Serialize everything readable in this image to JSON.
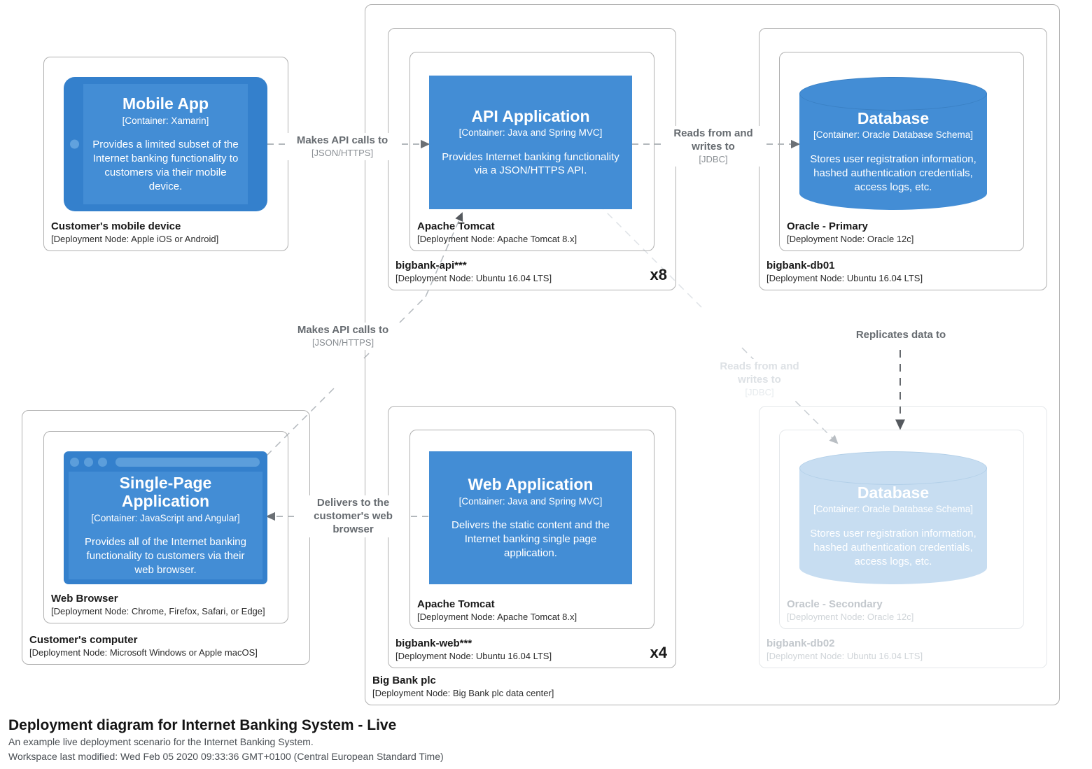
{
  "diagram": {
    "title": "Deployment diagram for Internet Banking System - Live",
    "description": "An example live deployment scenario for the Internet Banking System.",
    "modified": "Workspace last modified: Wed Feb 05 2020 09:33:36 GMT+0100 (Central European Standard Time)",
    "accent_color": "#438dd5",
    "device_frame_color": "#3480cc",
    "faded_color": "#c7ddf1",
    "border_color": "#b0b0b0",
    "label_color": "#666b70"
  },
  "nodes": {
    "mobile_device": {
      "name": "Customer's mobile device",
      "tech": "[Deployment Node: Apple iOS or Android]"
    },
    "customer_computer": {
      "name": "Customer's computer",
      "tech": "[Deployment Node: Microsoft Windows or Apple macOS]"
    },
    "web_browser": {
      "name": "Web Browser",
      "tech": "[Deployment Node: Chrome, Firefox, Safari, or Edge]"
    },
    "big_bank_plc": {
      "name": "Big Bank plc",
      "tech": "[Deployment Node: Big Bank plc data center]"
    },
    "bigbank_api": {
      "name": "bigbank-api***",
      "tech": "[Deployment Node: Ubuntu 16.04 LTS]",
      "instances": "x8"
    },
    "tomcat_api": {
      "name": "Apache Tomcat",
      "tech": "[Deployment Node: Apache Tomcat 8.x]"
    },
    "bigbank_web": {
      "name": "bigbank-web***",
      "tech": "[Deployment Node: Ubuntu 16.04 LTS]",
      "instances": "x4"
    },
    "tomcat_web": {
      "name": "Apache Tomcat",
      "tech": "[Deployment Node: Apache Tomcat 8.x]"
    },
    "bigbank_db01": {
      "name": "bigbank-db01",
      "tech": "[Deployment Node: Ubuntu 16.04 LTS]"
    },
    "oracle_primary": {
      "name": "Oracle - Primary",
      "tech": "[Deployment Node: Oracle 12c]"
    },
    "bigbank_db02": {
      "name": "bigbank-db02",
      "tech": "[Deployment Node: Ubuntu 16.04 LTS]"
    },
    "oracle_secondary": {
      "name": "Oracle - Secondary",
      "tech": "[Deployment Node: Oracle 12c]"
    }
  },
  "containers": {
    "mobile_app": {
      "name": "Mobile App",
      "tech": "[Container: Xamarin]",
      "description": "Provides a limited subset of the Internet banking functionality to customers via their mobile device."
    },
    "spa": {
      "name": "Single-Page Application",
      "tech": "[Container: JavaScript and Angular]",
      "description": "Provides all of the Internet banking functionality to customers via their web browser."
    },
    "api_application": {
      "name": "API Application",
      "tech": "[Container: Java and Spring MVC]",
      "description": "Provides Internet banking functionality via a JSON/HTTPS API."
    },
    "web_application": {
      "name": "Web Application",
      "tech": "[Container: Java and Spring MVC]",
      "description": "Delivers the static content and the Internet banking single page application."
    },
    "database_primary": {
      "name": "Database",
      "tech": "[Container: Oracle Database Schema]",
      "description": "Stores user registration information, hashed authentication credentials, access logs, etc."
    },
    "database_secondary": {
      "name": "Database",
      "tech": "[Container: Oracle Database Schema]",
      "description": "Stores user registration information, hashed authentication credentials, access logs, etc."
    }
  },
  "relationships": {
    "mobile_to_api": {
      "description": "Makes API calls to",
      "technology": "[JSON/HTTPS]"
    },
    "api_to_db": {
      "description": "Reads from and writes to",
      "technology": "[JDBC]"
    },
    "spa_to_api": {
      "description": "Makes API calls to",
      "technology": "[JSON/HTTPS]"
    },
    "web_to_spa": {
      "description": "Delivers to the customer's web browser",
      "technology": ""
    },
    "db_replication": {
      "description": "Replicates data to",
      "technology": ""
    },
    "api_to_db_secondary": {
      "description": "Reads from and writes to",
      "technology": "[JDBC]"
    }
  }
}
